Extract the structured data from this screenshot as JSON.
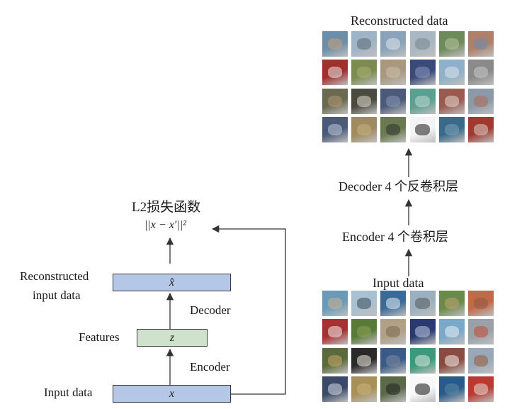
{
  "left": {
    "loss_title": "L2损失函数",
    "loss_formula": "||x − x′||²",
    "reconstructed_label_line1": "Reconstructed",
    "reconstructed_label_line2": "input data",
    "features_label": "Features",
    "input_label": "Input data",
    "decoder_label": "Decoder",
    "encoder_label": "Encoder",
    "box_output": "x̂",
    "box_features": "z",
    "box_input": "x",
    "colors": {
      "blue_box": "#b4c7e7",
      "green_box": "#cfe3cc",
      "line": "#333333"
    }
  },
  "right": {
    "reconstructed_title": "Reconstructed data",
    "decoder_stage": "Decoder 4 个反卷积层",
    "encoder_stage": "Encoder 4 个卷积层",
    "input_title": "Input data",
    "reconstructed_grid": [
      {
        "bg": "#6b8fa8",
        "spot": "#c9a07a"
      },
      {
        "bg": "#9fb4c6",
        "spot": "#5a6a78"
      },
      {
        "bg": "#8aa3b8",
        "spot": "#e0e6ec"
      },
      {
        "bg": "#a9b7c2",
        "spot": "#7a8690"
      },
      {
        "bg": "#6f8a5a",
        "spot": "#b8c2a0"
      },
      {
        "bg": "#b07f6a",
        "spot": "#6a8ab0"
      },
      {
        "bg": "#a0302c",
        "spot": "#e8e8e8"
      },
      {
        "bg": "#7c8c50",
        "spot": "#a8b070"
      },
      {
        "bg": "#a89880",
        "spot": "#d0c0a8"
      },
      {
        "bg": "#3a4a78",
        "spot": "#8898c0"
      },
      {
        "bg": "#8fb0c8",
        "spot": "#d8e4ec"
      },
      {
        "bg": "#8a8a8a",
        "spot": "#c8c8c8"
      },
      {
        "bg": "#6a6a50",
        "spot": "#b09870"
      },
      {
        "bg": "#4a4a40",
        "spot": "#e0dcd0"
      },
      {
        "bg": "#4a5a78",
        "spot": "#8898b0"
      },
      {
        "bg": "#5aa090",
        "spot": "#c0d8d0"
      },
      {
        "bg": "#9a5a50",
        "spot": "#e8d8d0"
      },
      {
        "bg": "#8a9aa8",
        "spot": "#b06a50"
      },
      {
        "bg": "#4a5a78",
        "spot": "#c0c8d8"
      },
      {
        "bg": "#a08a60",
        "spot": "#c8b080"
      },
      {
        "bg": "#6a7a50",
        "spot": "#303030"
      },
      {
        "bg": "#f4f4f4",
        "spot": "#1a1a1a"
      },
      {
        "bg": "#3a6a8a",
        "spot": "#7aa0b8"
      },
      {
        "bg": "#a03a30",
        "spot": "#d8d0c8"
      }
    ],
    "input_grid": [
      {
        "bg": "#6a9ab8",
        "spot": "#d0b090"
      },
      {
        "bg": "#a8c0d0",
        "spot": "#3a4a58"
      },
      {
        "bg": "#3a6a98",
        "spot": "#e8eef4"
      },
      {
        "bg": "#9ab0c0",
        "spot": "#585858"
      },
      {
        "bg": "#6a8a4a",
        "spot": "#c0a070"
      },
      {
        "bg": "#c06a4a",
        "spot": "#905a40"
      },
      {
        "bg": "#a83030",
        "spot": "#f0f0f0"
      },
      {
        "bg": "#5a7a3a",
        "spot": "#8aa050"
      },
      {
        "bg": "#b0a088",
        "spot": "#806848"
      },
      {
        "bg": "#2a3a70",
        "spot": "#c0c8e0"
      },
      {
        "bg": "#7aa8c8",
        "spot": "#e8eef4"
      },
      {
        "bg": "#9aa0a8",
        "spot": "#c84830"
      },
      {
        "bg": "#5a6a3a",
        "spot": "#c8a868"
      },
      {
        "bg": "#2a2a2a",
        "spot": "#f0ece0"
      },
      {
        "bg": "#3a5a88",
        "spot": "#7a8a9a"
      },
      {
        "bg": "#3a9a7a",
        "spot": "#e0e8e0"
      },
      {
        "bg": "#8a4a40",
        "spot": "#f4f0ec"
      },
      {
        "bg": "#98a8b8",
        "spot": "#9a5a3a"
      },
      {
        "bg": "#3a4a68",
        "spot": "#d8dce4"
      },
      {
        "bg": "#a89058",
        "spot": "#c8b078"
      },
      {
        "bg": "#5a6a48",
        "spot": "#202020"
      },
      {
        "bg": "#f8f8f8",
        "spot": "#101010"
      },
      {
        "bg": "#2a5a88",
        "spot": "#5a88a8"
      },
      {
        "bg": "#b83a30",
        "spot": "#e8e0d8"
      }
    ]
  }
}
